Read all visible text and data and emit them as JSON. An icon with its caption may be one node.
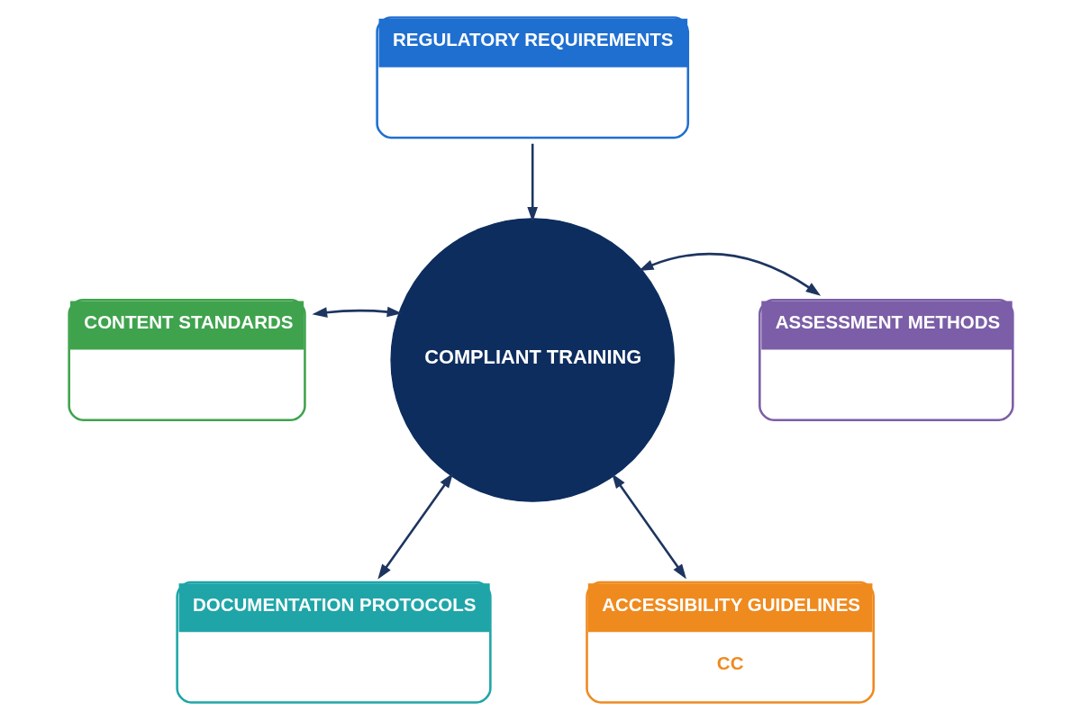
{
  "diagram": {
    "nodes": [
      {
        "text": [
          "REGULATORY REQUIREMENTS"
        ]
      },
      {
        "text": [
          "CONTENT STANDARDS"
        ]
      },
      {
        "text": [
          "ASSESSMENT METHODS"
        ]
      },
      {
        "text": [
          "COMPLIANT TRAINING"
        ]
      },
      {
        "text": [
          "DOCUMENTATION PROTOCOLS"
        ]
      },
      {
        "text": [
          "ACCESSIBILITY GUIDELINES",
          "CC"
        ]
      }
    ],
    "edges": [
      {
        "from": 0,
        "to": 3,
        "arrow": "to"
      },
      {
        "from": 1,
        "to": 3,
        "arrow": "both"
      },
      {
        "from": 2,
        "to": 3,
        "arrow": "both"
      },
      {
        "from": 4,
        "to": 3,
        "arrow": "both"
      },
      {
        "from": 5,
        "to": 3,
        "arrow": "both"
      }
    ]
  }
}
